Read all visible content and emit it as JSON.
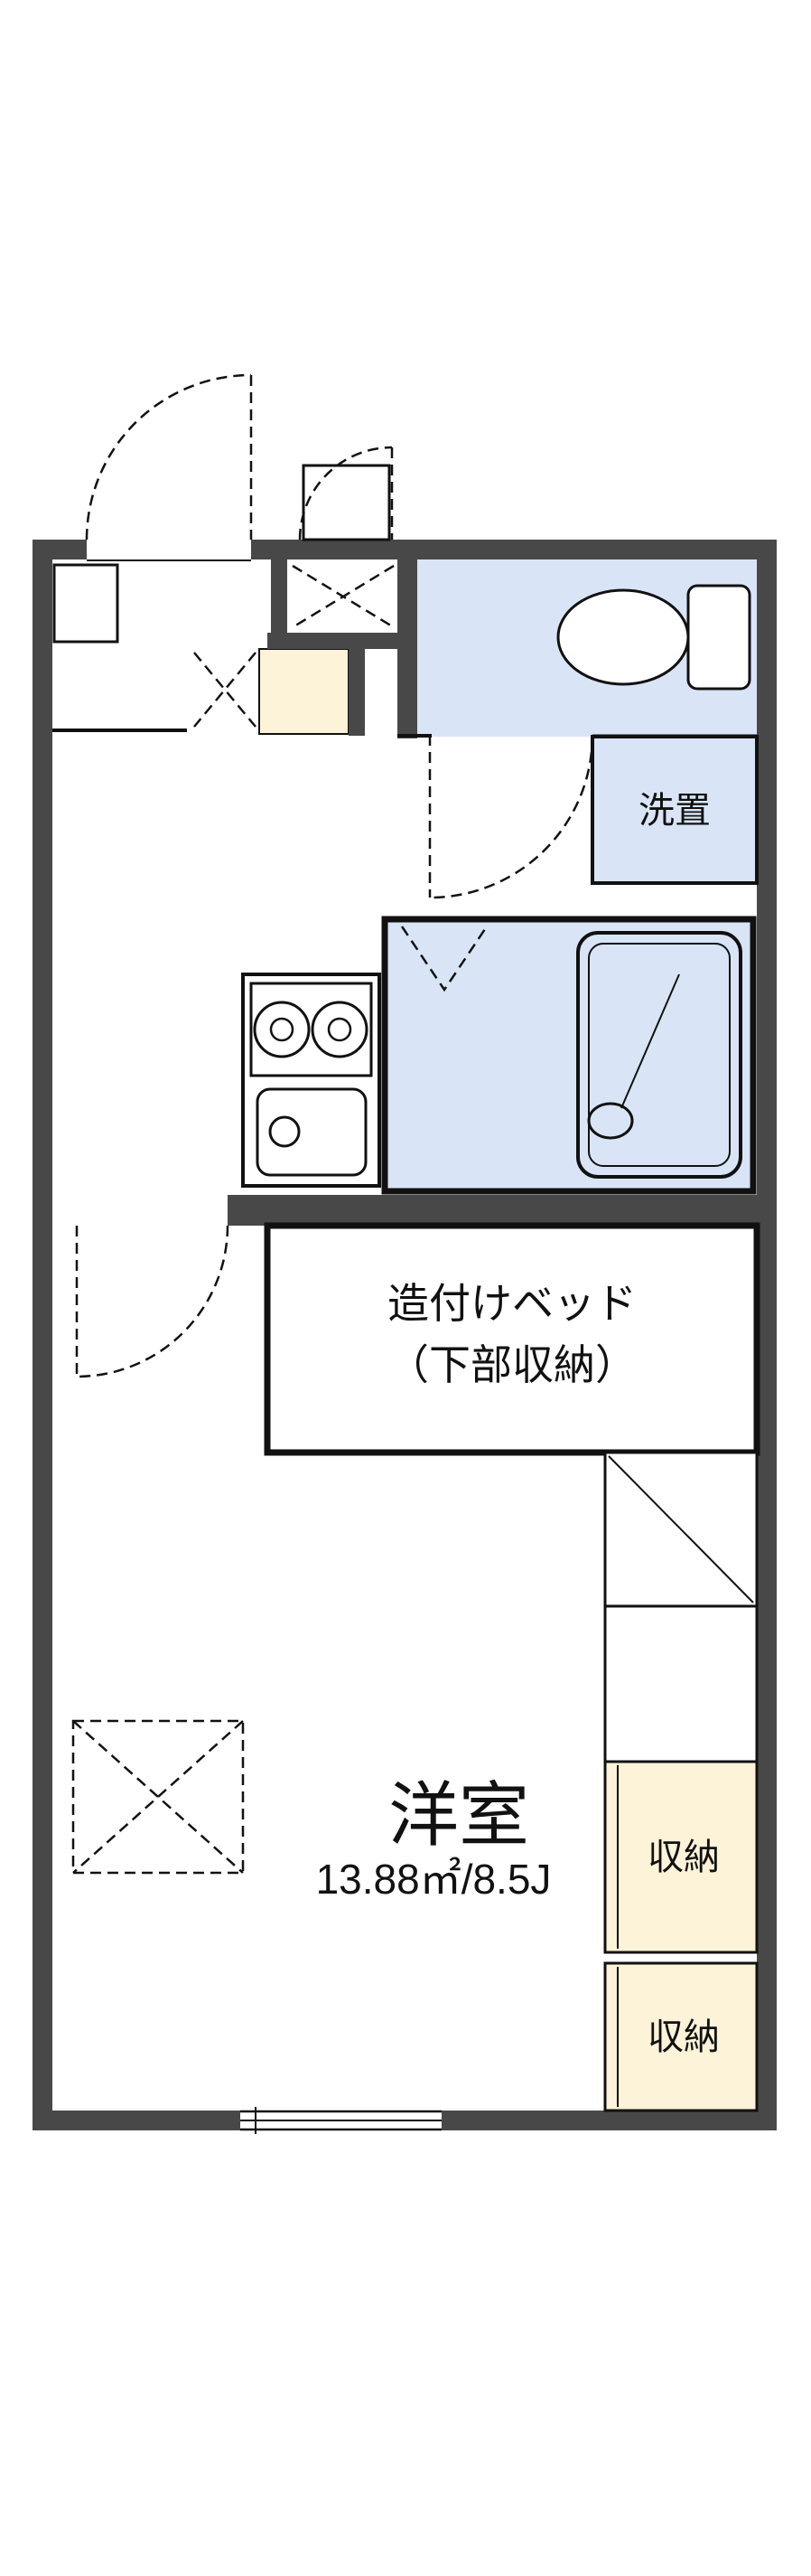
{
  "labels": {
    "washer_place": "洗置",
    "built_in_bed_line1": "造付けベッド",
    "built_in_bed_line2": "（下部収納）",
    "main_room_name": "洋室",
    "main_room_size": "13.88㎡/8.5J",
    "storage_upper": "収納",
    "storage_lower": "収納"
  },
  "colors": {
    "wall": "#484848",
    "water_blue": "#d9e5f6",
    "cream": "#fcf3d8",
    "outline": "#111111",
    "background": "#ffffff"
  }
}
